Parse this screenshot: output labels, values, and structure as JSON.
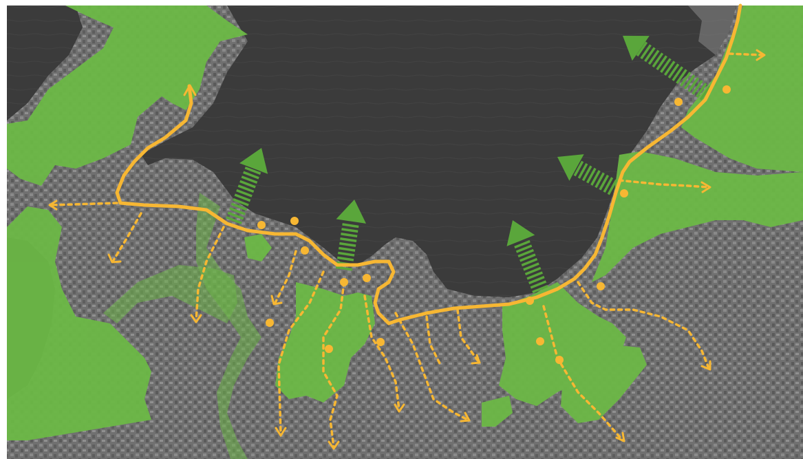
{
  "map": {
    "colors": {
      "frame": "#ffffff",
      "sea": "#3a3a3a",
      "shallow_water": "#8a8a8a",
      "urban": "#6f6f6f",
      "green_space": "#69b545",
      "green_dim": "#7fae5e",
      "route": "#f7b733",
      "arrow": "#5aa63b"
    },
    "layers": [
      "sea",
      "urban-fabric",
      "green-space",
      "coastal-route",
      "connector-paths",
      "activity-points",
      "sea-view-arrows"
    ]
  }
}
